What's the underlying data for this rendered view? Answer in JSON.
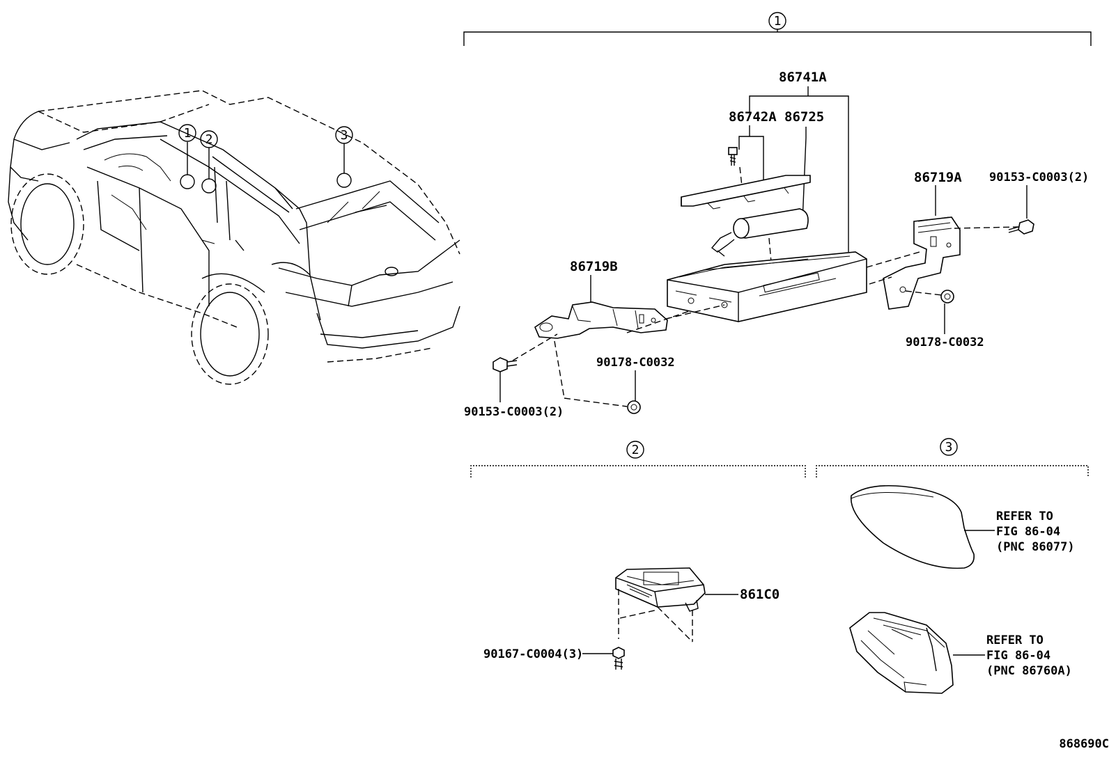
{
  "callouts": {
    "c1": "1",
    "c2": "2",
    "c3": "3"
  },
  "labels": {
    "p86741A": "86741A",
    "p86742A": "86742A",
    "p86725": "86725",
    "p86719A": "86719A",
    "p86719B": "86719B",
    "p90153_right": "90153-C0003(2)",
    "p90153_left": "90153-C0003(2)",
    "p90178_right": "90178-C0032",
    "p90178_left": "90178-C0032",
    "p861C0": "861C0",
    "p90167": "90167-C0004(3)"
  },
  "refer_top": {
    "line1": "REFER TO",
    "line2": "FIG 86-04",
    "line3": "(PNC 86077)"
  },
  "refer_bottom": {
    "line1": "REFER TO",
    "line2": "FIG 86-04",
    "line3": "(PNC 86760A)"
  },
  "figure_code": "868690C"
}
